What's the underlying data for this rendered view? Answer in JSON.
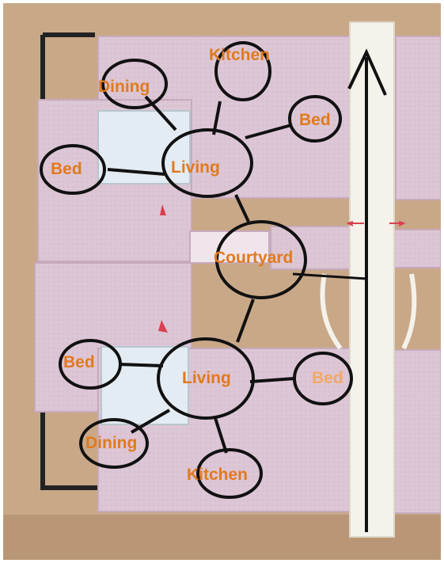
{
  "colors": {
    "board": "#c9a888",
    "foam": "#dcc5d4",
    "foam_dark": "#c9aec0",
    "glass": "#e3ecf2",
    "white_strip": "#f4f2ea",
    "ink": "#111111",
    "label": "#e07a1f",
    "red_mark": "#d9404f",
    "frame_border": "#ffffff"
  },
  "nodes": {
    "kitchen_top": "Kitchen",
    "dining_top": "Dining",
    "bed_top_right": "Bed",
    "bed_top_left": "Bed",
    "living_top": "Living",
    "courtyard": "Courtyard",
    "bed_bottom_left": "Bed",
    "living_bottom": "Living",
    "bed_bottom_right": "Bed",
    "dining_bottom": "Dining",
    "kitchen_bottom": "Kitchen"
  }
}
